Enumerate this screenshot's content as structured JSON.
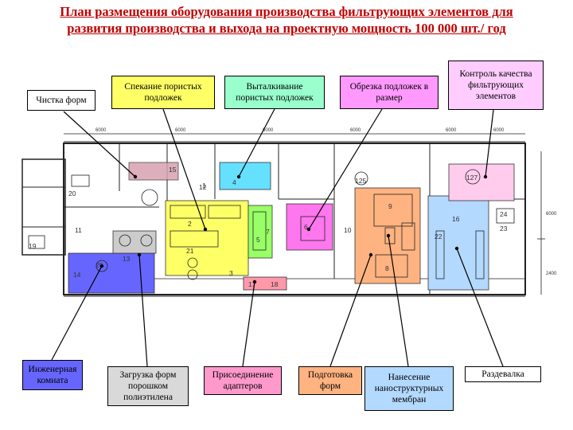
{
  "title": {
    "line1": "План размещения оборудования производства фильтрующих элементов для",
    "line2": "развития производства и выхода на проектную мощность 100 000 шт./ год"
  },
  "callouts": {
    "chistka": "Чистка форм",
    "spekanie": "Спекание пористых подложек",
    "vytalkivanie": "Выталкивание пористых подложек",
    "obrezka": "Обрезка подложек в размер",
    "kontrol": "Контроль качества фильтрующих элементов",
    "inzhenernaya": "Инженерная комната",
    "zagruzka": "Загрузка форм порошком полиэтилена",
    "prisoedinenie": "Присоединение адаптеров",
    "podgotovka": "Подготовка форм",
    "nanesenie": "Нанесение наноструктурных мембран",
    "razdevalka": "Раздевалка"
  },
  "colors": {
    "title": "#c00000",
    "chistka": "#eeeeee",
    "spekanie": "#ffff66",
    "vytalkivanie": "#99ffcc",
    "obrezka": "#ff99ff",
    "kontrol": "#ffccff",
    "inzhenernaya": "#6666ff",
    "zagruzka": "#d9d9d9",
    "prisoedinenie": "#ff99cc",
    "podgotovka": "#ffb380",
    "nanesenie": "#b3d9ff",
    "razdevalka": "#ffffff"
  },
  "plan": {
    "dims": [
      "6000",
      "6000",
      "6000",
      "6000",
      "6000",
      "6000"
    ],
    "side_dims": [
      "6000",
      "2400"
    ],
    "room_numbers": [
      "15",
      "1",
      "13",
      "12",
      "8",
      "11",
      "20",
      "19",
      "4",
      "2",
      "3",
      "17",
      "18",
      "16",
      "14",
      "9",
      "10",
      "125",
      "127",
      "22",
      "24",
      "21",
      "23",
      "5",
      "7",
      "6",
      "25"
    ]
  }
}
